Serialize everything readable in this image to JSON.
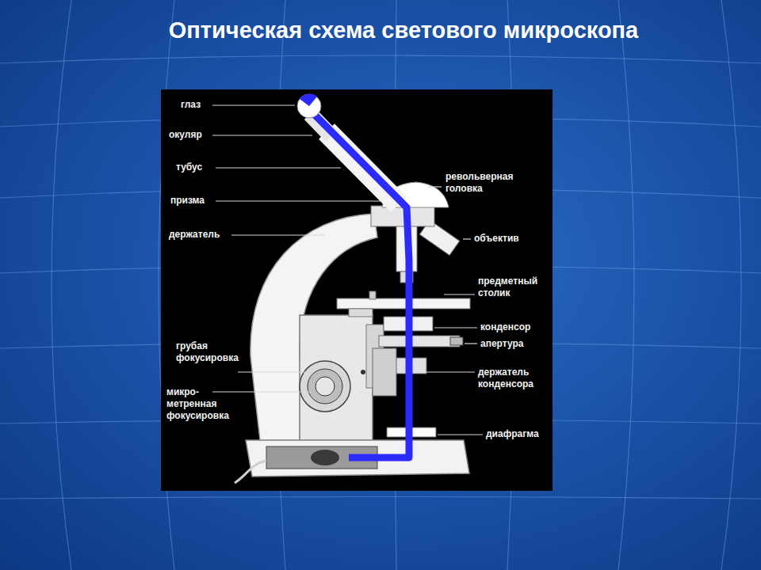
{
  "diagram": {
    "title": "Оптическая схема светового микроскопа",
    "labels": [
      "глаз",
      "окуляр",
      "тубус",
      "призма",
      "держатель",
      "грубая фокусировка",
      "микро- метренная фокусировка",
      "револьверная головка",
      "объектив",
      "предметный столик",
      "конденсор",
      "апертура",
      "держатель конденсора",
      "диафрагма"
    ]
  }
}
